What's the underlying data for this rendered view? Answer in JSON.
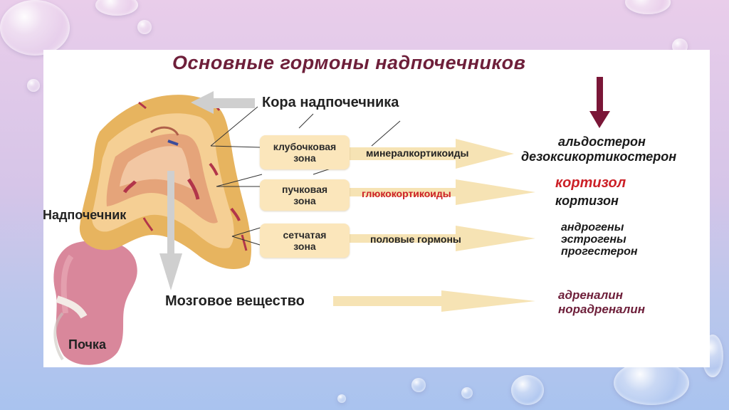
{
  "title": "Основные гормоны надпочечников",
  "labels": {
    "cortex": "Кора надпочечника",
    "adrenal": "Надпочечник",
    "medulla": "Мозговое вещество",
    "kidney": "Почка"
  },
  "zones": [
    {
      "line1": "клубочковая",
      "line2": "зона",
      "class_name": "минералкортикоиды",
      "hormones": [
        "альдостерон",
        "дезоксикортикостерон"
      ]
    },
    {
      "line1": "пучковая",
      "line2": "зона",
      "class_name": "глюкокортикоиды",
      "hormones": [
        "кортизол",
        "кортизон"
      ]
    },
    {
      "line1": "сетчатая",
      "line2": "зона",
      "class_name": "половые гормоны",
      "hormones": [
        "андрогены",
        "эстрогены",
        "прогестерон"
      ]
    }
  ],
  "medulla_hormones": [
    "адреналин",
    "норадреналин"
  ],
  "colors": {
    "title": "#6e1f3a",
    "highlight_red": "#cc2027",
    "zone_fill": "#fbe6bb",
    "arrow_fill": "#f6e3b4",
    "arrow_maroon": "#7a1637"
  }
}
